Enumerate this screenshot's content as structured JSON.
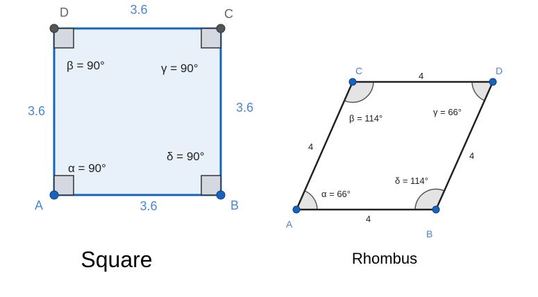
{
  "square": {
    "vertices": {
      "A": "A",
      "B": "B",
      "C": "C",
      "D": "D"
    },
    "sides": {
      "top": "3.6",
      "bottom": "3.6",
      "left": "3.6",
      "right": "3.6"
    },
    "angles": {
      "alpha": "α = 90°",
      "beta": "β = 90°",
      "gamma": "γ = 90°",
      "delta": "δ = 90°"
    },
    "title": "Square"
  },
  "rhombus": {
    "vertices": {
      "A": "A",
      "B": "B",
      "C": "C",
      "D": "D"
    },
    "sides": {
      "top": "4",
      "bottom": "4",
      "left": "4",
      "right": "4"
    },
    "angles": {
      "alpha": "α = 66°",
      "beta": "β = 114°",
      "gamma": "γ = 66°",
      "delta": "δ = 114°"
    },
    "title": "Rhombus"
  },
  "colors": {
    "square_stroke": "#1565c0",
    "square_fill": "#e8f0fa",
    "point_blue": "#1565c0",
    "point_gray": "#555555"
  }
}
